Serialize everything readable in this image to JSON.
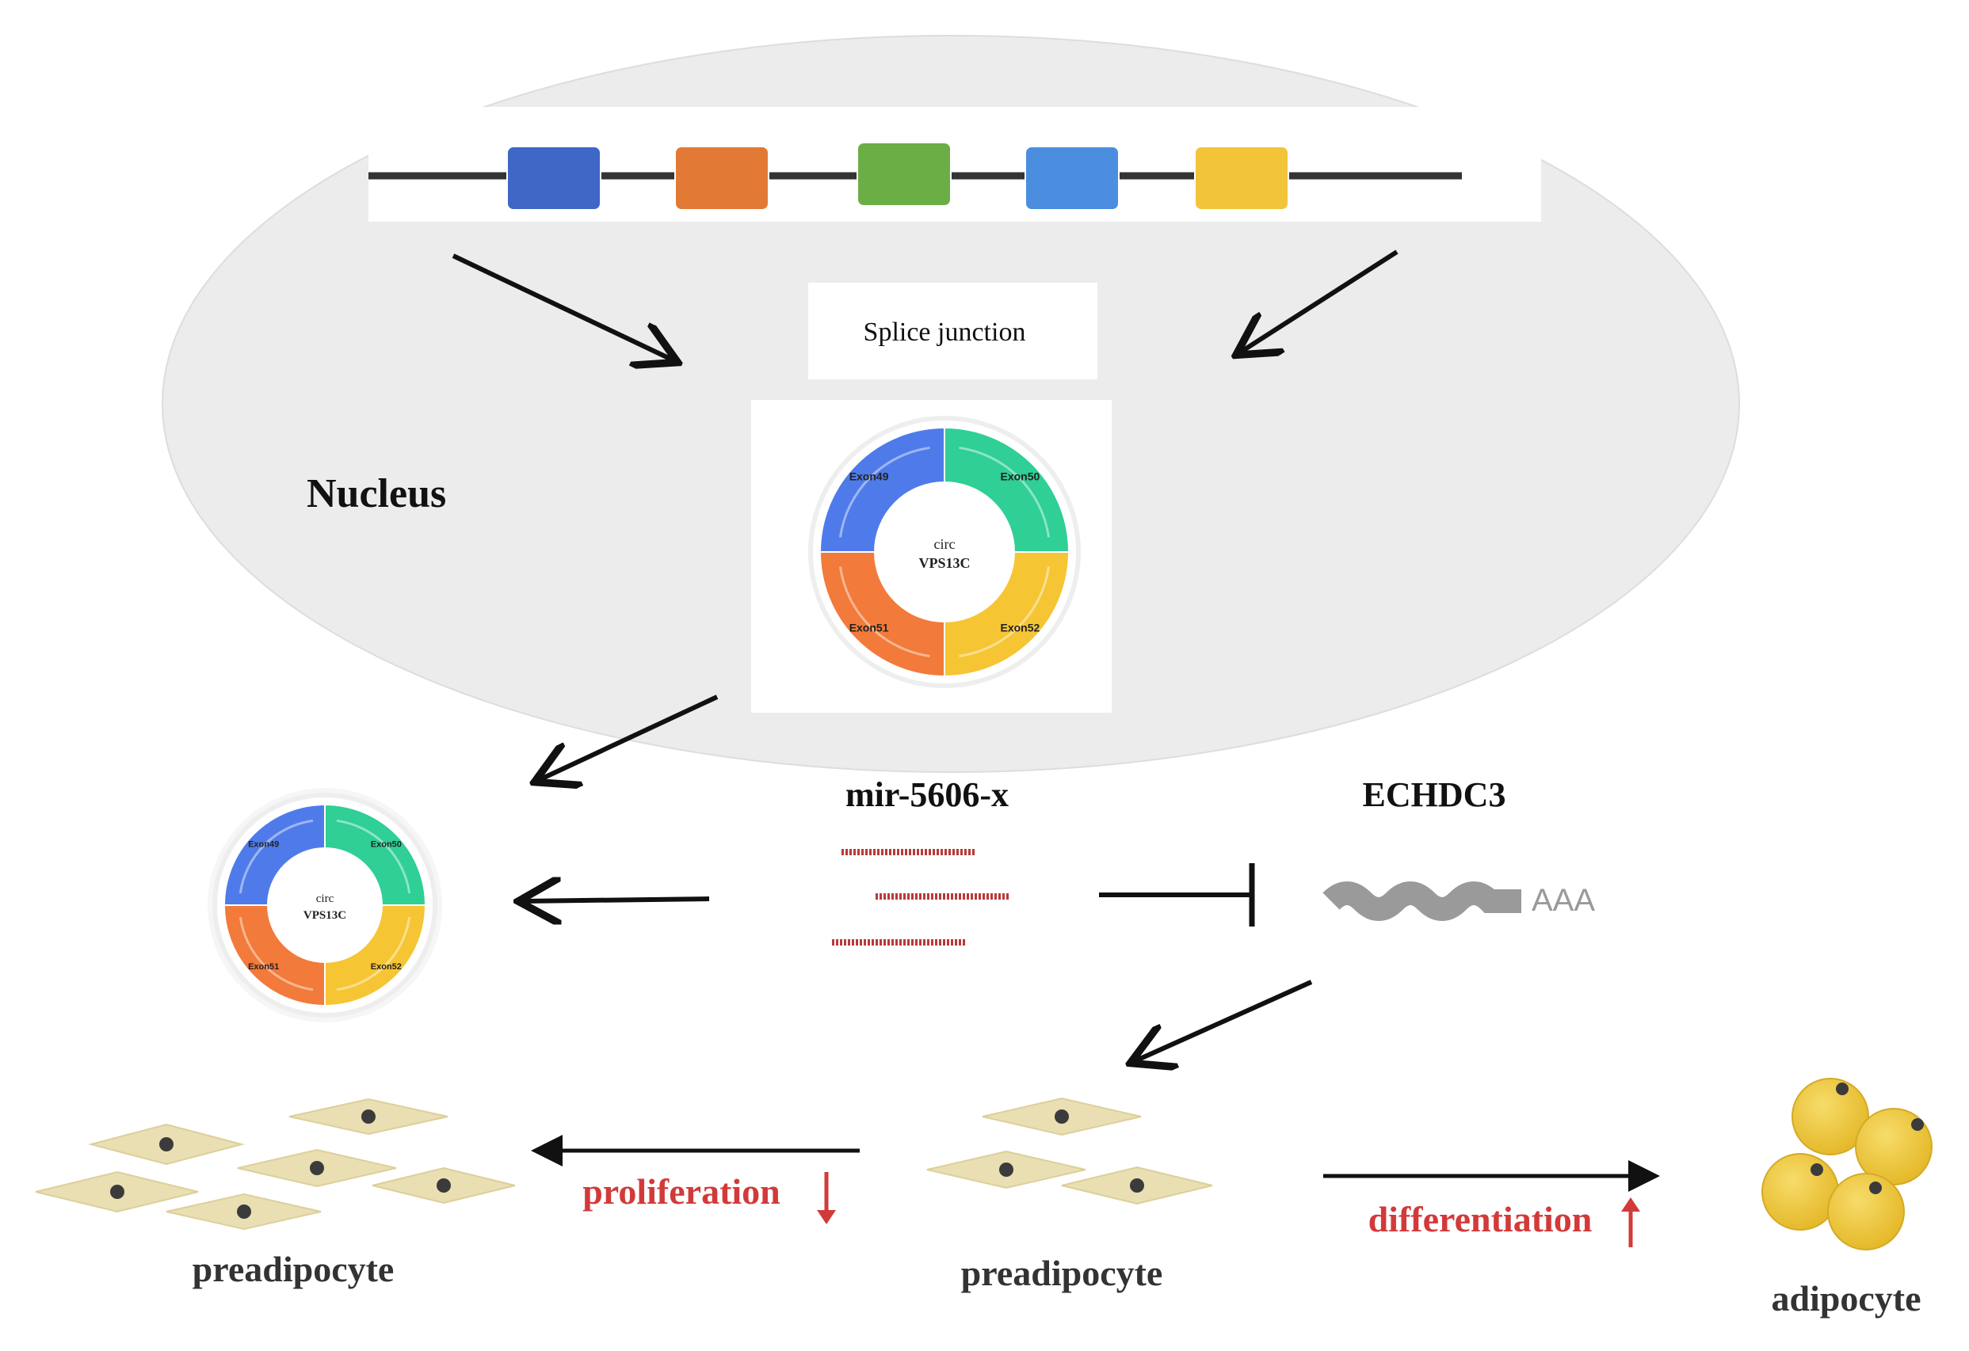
{
  "labels": {
    "nucleus": "Nucleus",
    "splice_junction": "Splice junction",
    "mirna": "mir-5606-x",
    "echdc3": "ECHDC3",
    "poly_a": "AAA",
    "proliferation": "proliferation",
    "differentiation": "differentiation",
    "preadipocyte_left": "preadipocyte",
    "preadipocyte_mid": "preadipocyte",
    "adipocyte": "adipocyte"
  },
  "circ_rna": {
    "name_line1": "circ",
    "name_line2": "VPS13C",
    "exons": [
      {
        "label": "Exon49",
        "color": "#4f7bea"
      },
      {
        "label": "Exon50",
        "color": "#2fcf96"
      },
      {
        "label": "Exon52",
        "color": "#f6c533"
      },
      {
        "label": "Exon51",
        "color": "#f27a3a"
      }
    ]
  },
  "gene_exon_colors": [
    "#3f67c6",
    "#e27a36",
    "#6bae46",
    "#4b8ee0",
    "#f2c43a"
  ],
  "colors": {
    "nucleus_fill": "#ececec",
    "arrow": "#111111",
    "regulation_text": "#d23a3a",
    "mirna_strand": "#b83a3a",
    "mrna": "#9a9a9a",
    "cell_fill": "#eadfb2",
    "cell_nucleus": "#3b3b3b",
    "adipocyte_fill": "#f0c93a"
  },
  "effects": {
    "proliferation": "down",
    "differentiation": "up"
  }
}
